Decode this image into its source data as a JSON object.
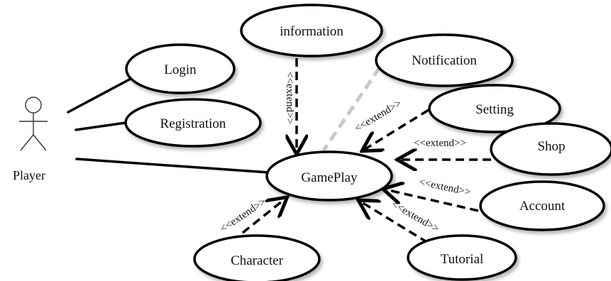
{
  "actor": {
    "label": "Player",
    "icon": "stick-figure-icon"
  },
  "use_cases": {
    "information": "information",
    "notification": "Notification",
    "login": "Login",
    "setting": "Setting",
    "registration": "Registration",
    "shop": "Shop",
    "gameplay": "GamePlay",
    "account": "Account",
    "character": "Character",
    "tutorial": "Tutorial"
  },
  "relationships": {
    "information": "<<extend>>",
    "setting": "<<extend>>",
    "shop": "<<extend>>",
    "account": "<<extend>>",
    "tutorial": "<<extend>>",
    "character": "<<extend>>"
  }
}
